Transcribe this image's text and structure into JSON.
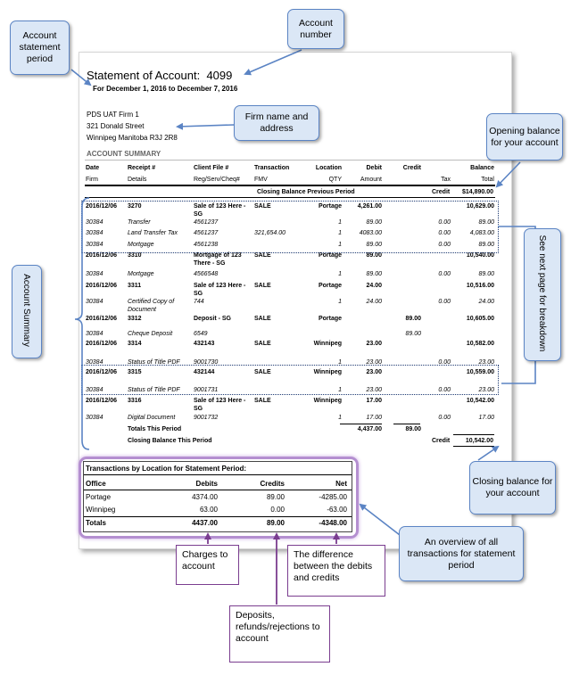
{
  "statement": {
    "title_prefix": "Statement of Account:",
    "account_number": "4099",
    "period": "For December 1, 2016 to December 7, 2016",
    "firm_name": "PDS UAT Firm 1",
    "address_line1": "321 Donald Street",
    "address_line2": "Winnipeg Manitoba R3J 2R8",
    "section_title": "ACCOUNT SUMMARY",
    "headers_row1": [
      "Date",
      "Receipt #",
      "Client File #",
      "Transaction",
      "Location",
      "Debit",
      "Credit",
      "",
      "Balance"
    ],
    "headers_row2": [
      "Firm",
      "Details",
      "Reg/Serv/Cheq#",
      "FMV",
      "QTY",
      "Amount",
      "",
      "Tax",
      "Total"
    ],
    "opening": {
      "label": "Closing Balance Previous Period",
      "type": "Credit",
      "amount": "$14,890.00"
    },
    "rows": [
      {
        "kind": "main",
        "c0": "2016/12/06",
        "c1": "3270",
        "c2": "Sale of 123 Here - SG",
        "c3": "SALE",
        "c4": "Portage",
        "c5": "4,261.00",
        "c6": "",
        "c7": "",
        "c8": "10,629.00"
      },
      {
        "kind": "sub",
        "c0": "30384",
        "c1": "Transfer",
        "c2": "4561237",
        "c3": "",
        "c4": "1",
        "c5": "89.00",
        "c6": "",
        "c7": "0.00",
        "c8": "89.00"
      },
      {
        "kind": "sub",
        "c0": "30384",
        "c1": "Land Transfer Tax",
        "c2": "4561237",
        "c3": "321,654.00",
        "c4": "1",
        "c5": "4083.00",
        "c6": "",
        "c7": "0.00",
        "c8": "4,083.00"
      },
      {
        "kind": "sub",
        "c0": "30384",
        "c1": "Mortgage",
        "c2": "4561238",
        "c3": "",
        "c4": "1",
        "c5": "89.00",
        "c6": "",
        "c7": "0.00",
        "c8": "89.00"
      },
      {
        "kind": "main",
        "c0": "2016/12/06",
        "c1": "3310",
        "c2": "Mortgage of 123 There - SG",
        "c3": "SALE",
        "c4": "Portage",
        "c5": "89.00",
        "c6": "",
        "c7": "",
        "c8": "10,540.00"
      },
      {
        "kind": "sub",
        "c0": "30384",
        "c1": "Mortgage",
        "c2": "4566548",
        "c3": "",
        "c4": "1",
        "c5": "89.00",
        "c6": "",
        "c7": "0.00",
        "c8": "89.00"
      },
      {
        "kind": "main",
        "c0": "2016/12/06",
        "c1": "3311",
        "c2": "Sale of 123 Here - SG",
        "c3": "SALE",
        "c4": "Portage",
        "c5": "24.00",
        "c6": "",
        "c7": "",
        "c8": "10,516.00"
      },
      {
        "kind": "sub",
        "c0": "30384",
        "c1": "Certified Copy of Document",
        "c2": "744",
        "c3": "",
        "c4": "1",
        "c5": "24.00",
        "c6": "",
        "c7": "0.00",
        "c8": "24.00"
      },
      {
        "kind": "main",
        "c0": "2016/12/06",
        "c1": "3312",
        "c2": "Deposit - SG",
        "c3": "SALE",
        "c4": "Portage",
        "c5": "",
        "c6": "89.00",
        "c7": "",
        "c8": "10,605.00"
      },
      {
        "kind": "sub",
        "c0": "30384",
        "c1": "Cheque Deposit",
        "c2": "6549",
        "c3": "",
        "c4": "",
        "c5": "",
        "c6": "89.00",
        "c7": "",
        "c8": ""
      },
      {
        "kind": "main",
        "c0": "2016/12/06",
        "c1": "3314",
        "c2": "432143",
        "c3": "SALE",
        "c4": "Winnipeg",
        "c5": "23.00",
        "c6": "",
        "c7": "",
        "c8": "10,582.00"
      },
      {
        "kind": "sub",
        "c0": "30384",
        "c1": "Status of Title PDF",
        "c2": "9001730",
        "c3": "",
        "c4": "1",
        "c5": "23.00",
        "c6": "",
        "c7": "0.00",
        "c8": "23.00"
      },
      {
        "kind": "main",
        "c0": "2016/12/06",
        "c1": "3315",
        "c2": "432144",
        "c3": "SALE",
        "c4": "Winnipeg",
        "c5": "23.00",
        "c6": "",
        "c7": "",
        "c8": "10,559.00"
      },
      {
        "kind": "sub",
        "c0": "30384",
        "c1": "Status of Title PDF",
        "c2": "9001731",
        "c3": "",
        "c4": "1",
        "c5": "23.00",
        "c6": "",
        "c7": "0.00",
        "c8": "23.00"
      },
      {
        "kind": "main",
        "c0": "2016/12/06",
        "c1": "3316",
        "c2": "Sale of 123 Here - SG",
        "c3": "SALE",
        "c4": "Winnipeg",
        "c5": "17.00",
        "c6": "",
        "c7": "",
        "c8": "10,542.00"
      },
      {
        "kind": "sub",
        "c0": "30384",
        "c1": "Digital Document",
        "c2": "9001732",
        "c3": "",
        "c4": "1",
        "c5": "17.00",
        "c6": "",
        "c7": "0.00",
        "c8": "17.00"
      }
    ],
    "totals": {
      "label": "Totals This Period",
      "debit": "4,437.00",
      "credit": "89.00"
    },
    "closing": {
      "label": "Closing Balance This Period",
      "type": "Credit",
      "amount": "10,542.00"
    }
  },
  "location_table": {
    "title": "Transactions by Location for Statement Period:",
    "headers": [
      "Office",
      "Debits",
      "Credits",
      "Net"
    ],
    "rows": [
      [
        "Portage",
        "4374.00",
        "89.00",
        "-4285.00"
      ],
      [
        "Winnipeg",
        "63.00",
        "0.00",
        "-63.00"
      ]
    ],
    "totals": [
      "Totals",
      "4437.00",
      "89.00",
      "-4348.00"
    ]
  },
  "callouts": {
    "statement_period": "Account statement period",
    "account_number": "Account number",
    "firm_name": "Firm name and address",
    "opening_balance": "Opening balance for your account",
    "account_summary": "Account Summary",
    "see_next_page": "See next page for breakdown",
    "closing_balance": "Closing balance for your account",
    "overview": "An overview of all transactions for statement period",
    "charges": "Charges to account",
    "difference": "The difference between the debits and credits",
    "deposits": "Deposits, refunds/rejections to account"
  },
  "colors": {
    "callout_fill": "#dbe7f6",
    "callout_border": "#5b84c4",
    "purple": "#7a3d8f",
    "dotted": "#1f3b73"
  }
}
